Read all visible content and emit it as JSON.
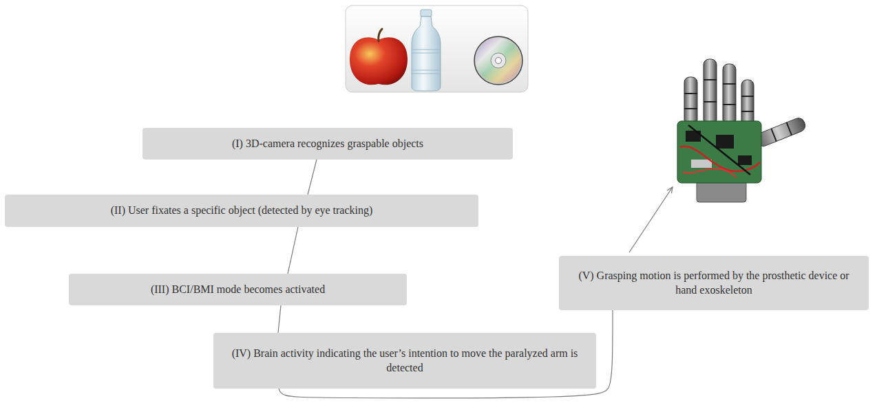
{
  "diagram": {
    "nodes": [
      {
        "text": [
          "(I) 3D-camera recognizes graspable objects"
        ]
      },
      {
        "text": [
          "(II) User fixates a specific object (detected by eye tracking)"
        ]
      },
      {
        "text": [
          "(III) BCI/BMI mode becomes activated"
        ]
      },
      {
        "text": [
          "(IV) Brain activity indicating the user’s intention to move the paralyzed arm is detected"
        ]
      },
      {
        "text": [
          "(V) Grasping motion is performed by the prosthetic device or hand exoskeleton"
        ]
      }
    ],
    "edges": [
      {
        "from": 0,
        "to": 1,
        "arrow": "none"
      },
      {
        "from": 1,
        "to": 2,
        "arrow": "none"
      },
      {
        "from": 2,
        "to": 3,
        "arrow": "none"
      },
      {
        "from": 3,
        "to": 4,
        "arrow": "none"
      }
    ]
  }
}
